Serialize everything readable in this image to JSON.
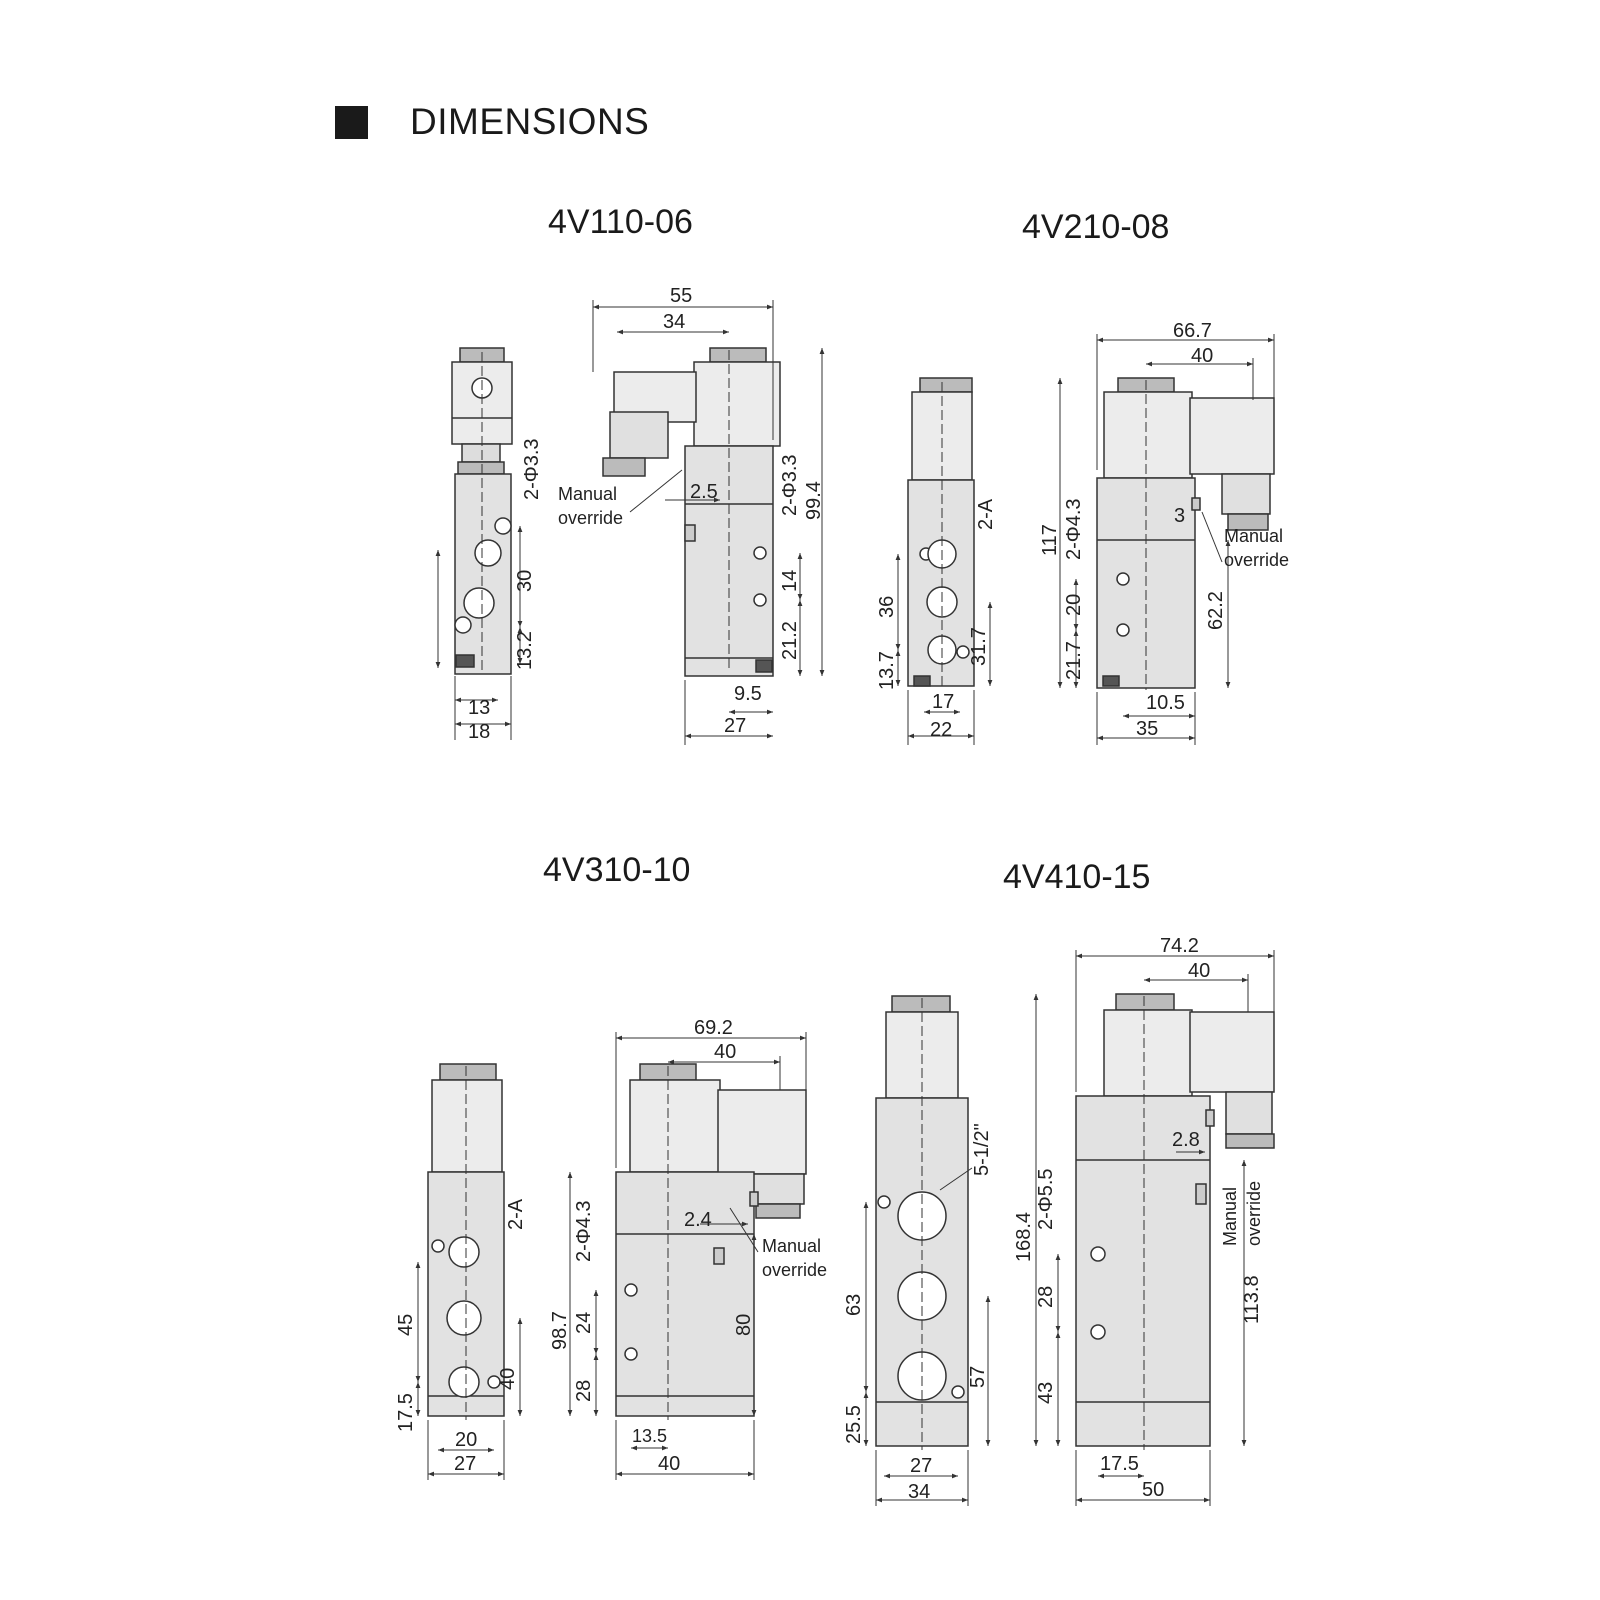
{
  "header": {
    "title": "DIMENSIONS"
  },
  "models": [
    {
      "name": "4V110-06",
      "side_labels": {
        "hole_spec": "2-Φ3.3",
        "d30": "30",
        "d13_2": "13.2",
        "d13": "13",
        "d18": "18"
      },
      "front_labels": {
        "d55": "55",
        "d34": "34",
        "manual_override_1": "Manual",
        "manual_override_2": "override",
        "d2_5": "2.5",
        "hole_spec": "2-Φ3.3",
        "d99_4": "99.4",
        "d14": "14",
        "d21_2": "21.2",
        "d9_5": "9.5",
        "d27": "27"
      }
    },
    {
      "name": "4V210-08",
      "side_labels": {
        "port": "2-A",
        "d36": "36",
        "d13_7": "13.7",
        "d31_7": "31.7",
        "d17": "17",
        "d22": "22"
      },
      "front_labels": {
        "d66_7": "66.7",
        "d40": "40",
        "d117": "117",
        "hole_spec": "2-Φ4.3",
        "d20": "20",
        "d21_7": "21.7",
        "d3": "3",
        "manual_override_1": "Manual",
        "manual_override_2": "override",
        "d62_2": "62.2",
        "d10_5": "10.5",
        "d35": "35"
      }
    },
    {
      "name": "4V310-10",
      "side_labels": {
        "port": "2-A",
        "d45": "45",
        "d17_5": "17.5",
        "d40": "40",
        "d20": "20",
        "d27": "27"
      },
      "front_labels": {
        "d69_2": "69.2",
        "d40_top": "40",
        "hole_spec": "2-Φ4.3",
        "d2_4": "2.4",
        "manual_override_1": "Manual",
        "manual_override_2": "override",
        "d98_7": "98.7",
        "d24": "24",
        "d28": "28",
        "d80": "80",
        "d13_5": "13.5",
        "d40_bottom": "40"
      }
    },
    {
      "name": "4V410-15",
      "side_labels": {
        "port": "5-1/2\"",
        "d63": "63",
        "d25_5": "25.5",
        "d57": "57",
        "d27": "27",
        "d34": "34"
      },
      "front_labels": {
        "d74_2": "74.2",
        "d40": "40",
        "d168_4": "168.4",
        "hole_spec": "2-Φ5.5",
        "d2_8": "2.8",
        "manual_override_1": "Manual",
        "manual_override_2": "override",
        "d28": "28",
        "d43": "43",
        "d113_8": "113.8",
        "d17_5": "17.5",
        "d50": "50"
      }
    }
  ]
}
